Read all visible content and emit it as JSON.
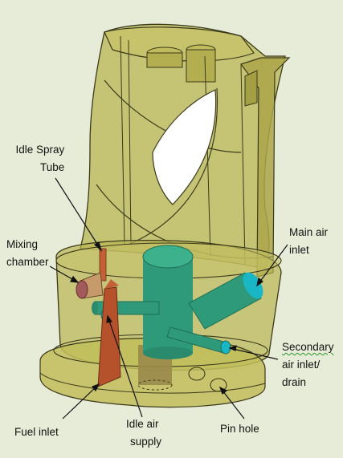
{
  "labels": {
    "idle_spray_tube": [
      "Idle Spray",
      "Tube"
    ],
    "mixing_chamber": [
      "Mixing",
      "chamber"
    ],
    "main_air_inlet": [
      "Main air",
      "inlet"
    ],
    "secondary_air_inlet": [
      "Secondary",
      "air inlet/",
      "drain"
    ],
    "fuel_inlet": "Fuel inlet",
    "idle_air_supply": [
      "Idle air",
      "supply"
    ],
    "pin_hole": "Pin hole"
  },
  "colors": {
    "background": "#e7ecd8",
    "body_fill": "#b9b553",
    "body_outline": "#3b3a1a",
    "fuel_tube": "#b5522c",
    "air_tubes": "#2f9a7a",
    "tube_ends": "#19b7c6",
    "base_tube": "#9a8a4a",
    "squiggle": "#2a9a2a"
  }
}
